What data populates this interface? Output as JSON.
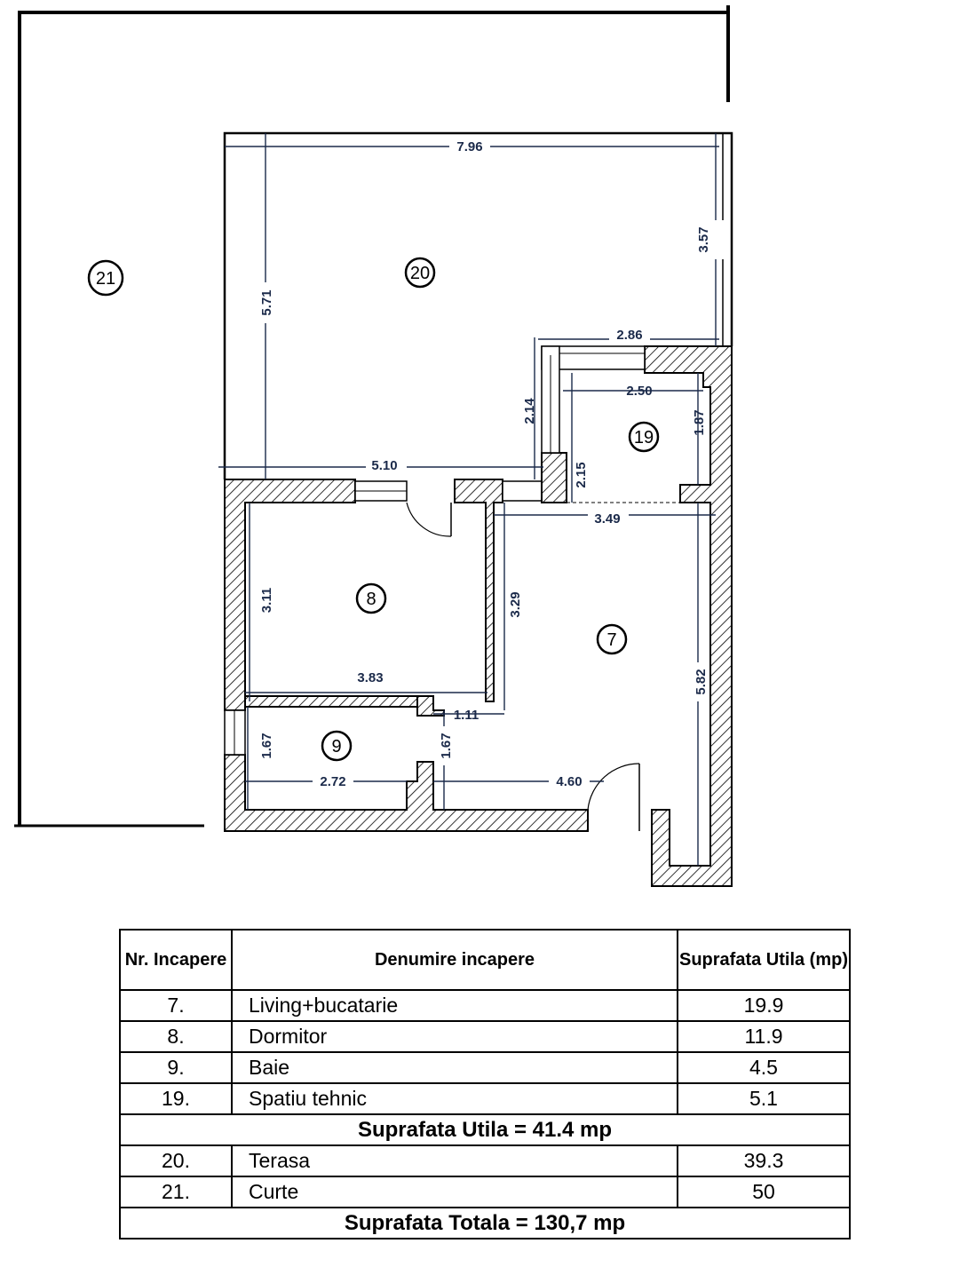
{
  "plan": {
    "room_labels": {
      "r21": "21",
      "r20": "20",
      "r19": "19",
      "r8": "8",
      "r7": "7",
      "r9": "9"
    },
    "dimensions": {
      "d_796": "7.96",
      "d_571": "5.71",
      "d_357": "3.57",
      "d_286": "2.86",
      "d_250": "2.50",
      "d_214": "2.14",
      "d_187": "1.87",
      "d_215": "2.15",
      "d_510": "5.10",
      "d_349": "3.49",
      "d_311": "3.11",
      "d_329": "3.29",
      "d_582": "5.82",
      "d_383": "3.83",
      "d_111": "1.11",
      "d_167a": "1.67",
      "d_167b": "1.67",
      "d_272": "2.72",
      "d_460": "4.60"
    }
  },
  "table": {
    "headers": {
      "nr": "Nr. Incapere",
      "name": "Denumire incapere",
      "area": "Suprafata Utila (mp)"
    },
    "rows_useful": [
      {
        "nr": "7.",
        "name": "Living+bucatarie",
        "area": "19.9"
      },
      {
        "nr": "8.",
        "name": "Dormitor",
        "area": "11.9"
      },
      {
        "nr": "9.",
        "name": "Baie",
        "area": "4.5"
      },
      {
        "nr": "19.",
        "name": "Spatiu tehnic",
        "area": "5.1"
      }
    ],
    "subtotal": "Suprafata Utila = 41.4 mp",
    "rows_outdoor": [
      {
        "nr": "20.",
        "name": "Terasa",
        "area": "39.3"
      },
      {
        "nr": "21.",
        "name": "Curte",
        "area": "50"
      }
    ],
    "total": "Suprafata Totala = 130,7 mp"
  }
}
